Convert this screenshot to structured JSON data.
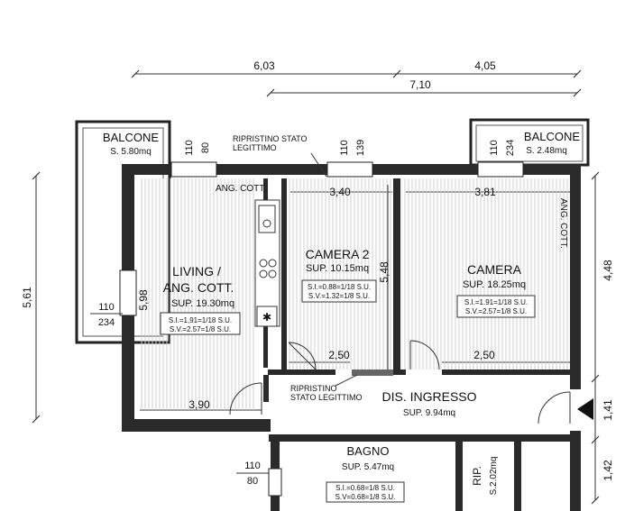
{
  "dimensions": {
    "top_left": "6,03",
    "top_right": "4,05",
    "top_total": "7,10",
    "left_height": "5,61",
    "right_height": "4,48",
    "right_mid": "1,41",
    "right_low": "1,42",
    "camera2_width": "3,40",
    "camera_width": "3,81",
    "camera2_height": "5,48",
    "living_height": "5,98",
    "living_width": "3,90",
    "camera2_door": "2,50",
    "camera_door": "2,50"
  },
  "window_marks": {
    "balcone_left_a": "110",
    "balcone_left_b": "80",
    "camera2_a": "110",
    "camera2_b": "139",
    "balcone_right_a": "110",
    "balcone_right_b": "234",
    "side_a": "110",
    "side_b": "234",
    "bagno_a": "110",
    "bagno_b": "80"
  },
  "rooms": {
    "balcone_left": {
      "name": "BALCONE",
      "area": "S. 5.80mq"
    },
    "balcone_right": {
      "name": "BALCONE",
      "area": "S. 2.48mq"
    },
    "living": {
      "name1": "LIVING /",
      "name2": "ANG. COTT.",
      "area": "SUP. 19.30mq",
      "si": "S.I.=1,91=1/18 S.U.",
      "sv": "S.V.=2.57=1/8 S.U."
    },
    "camera2": {
      "name": "CAMERA 2",
      "area": "SUP. 10.15mq",
      "si": "S.I.=0.88=1/18 S.U.",
      "sv": "S.V.=1.32=1/8 S.U."
    },
    "camera": {
      "name": "CAMERA",
      "area": "SUP. 18.25mq",
      "si": "S.I.=1.91=1/18 S.U.",
      "sv": "S.V.=2.57=1/8 S.U."
    },
    "ingresso": {
      "name": "DIS. INGRESSO",
      "area": "SUP. 9.94mq"
    },
    "bagno": {
      "name": "BAGNO",
      "area": "SUP. 5.47mq",
      "si": "S.I.=0.68=1/8 S.U.",
      "sv": "S.V=0.68=1/8 S.U."
    },
    "rip": {
      "name": "RIP.",
      "area": "S.2.02mq"
    }
  },
  "notes": {
    "ang_cott_living": "ANG. COTT.",
    "ang_cott_camera": "ANG. COTT.",
    "ripristino_top_1": "RIPRISTINO STATO",
    "ripristino_top_2": "LEGITTIMO",
    "ripristino_mid_1": "RIPRISTINO",
    "ripristino_mid_2": "STATO LEGITTIMO"
  },
  "colors": {
    "wall": "#222222",
    "line": "#333333",
    "hatch": "#c8c8c8",
    "door_wall": "#666666"
  }
}
